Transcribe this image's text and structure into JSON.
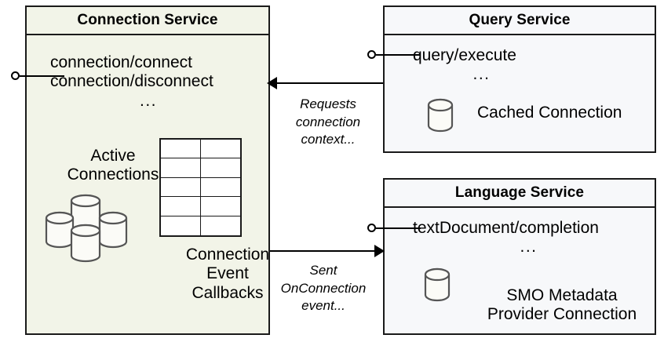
{
  "diagram": {
    "title": "Connection Service architecture",
    "colors": {
      "connection_fill": "#f2f4e8",
      "service_fill": "#f7f8fa",
      "border": "#1a1a1a",
      "cylinder_stroke": "#555555",
      "cylinder_fill": "#fbfbf7",
      "arrow": "#000000",
      "background": "#ffffff"
    }
  },
  "connection_service": {
    "title": "Connection Service",
    "endpoints": [
      "connection/connect",
      "connection/disconnect"
    ],
    "ellipsis": "...",
    "active_connections_label": "Active\nConnections",
    "active_connections_line1": "Active",
    "active_connections_line2": "Connections",
    "callbacks_label_line1": "Connection",
    "callbacks_label_line2": "Event",
    "callbacks_label_line3": "Callbacks",
    "interface_name": "provided-interface",
    "table": {
      "rows": 5,
      "columns": 2
    },
    "cylinder_count": 4
  },
  "query_service": {
    "title": "Query Service",
    "endpoints": [
      "query/execute"
    ],
    "ellipsis": "...",
    "resource_label": "Cached Connection",
    "interface_name": "provided-interface",
    "cylinder_count": 1
  },
  "language_service": {
    "title": "Language Service",
    "endpoints": [
      "textDocument/completion"
    ],
    "ellipsis": "...",
    "resource_label_line1": "SMO Metadata",
    "resource_label_line2": "Provider Connection",
    "interface_name": "provided-interface",
    "cylinder_count": 1
  },
  "arrows": [
    {
      "id": "requests-connection-context",
      "direction": "left",
      "from": "Query Service",
      "to": "Connection Service",
      "label_line1": "Requests",
      "label_line2": "connection",
      "label_line3": "context..."
    },
    {
      "id": "sent-onconnection-event",
      "direction": "right",
      "from": "Connection Service",
      "to": "Language Service",
      "label_line1": "Sent",
      "label_line2": "OnConnection",
      "label_line3": "event..."
    }
  ]
}
